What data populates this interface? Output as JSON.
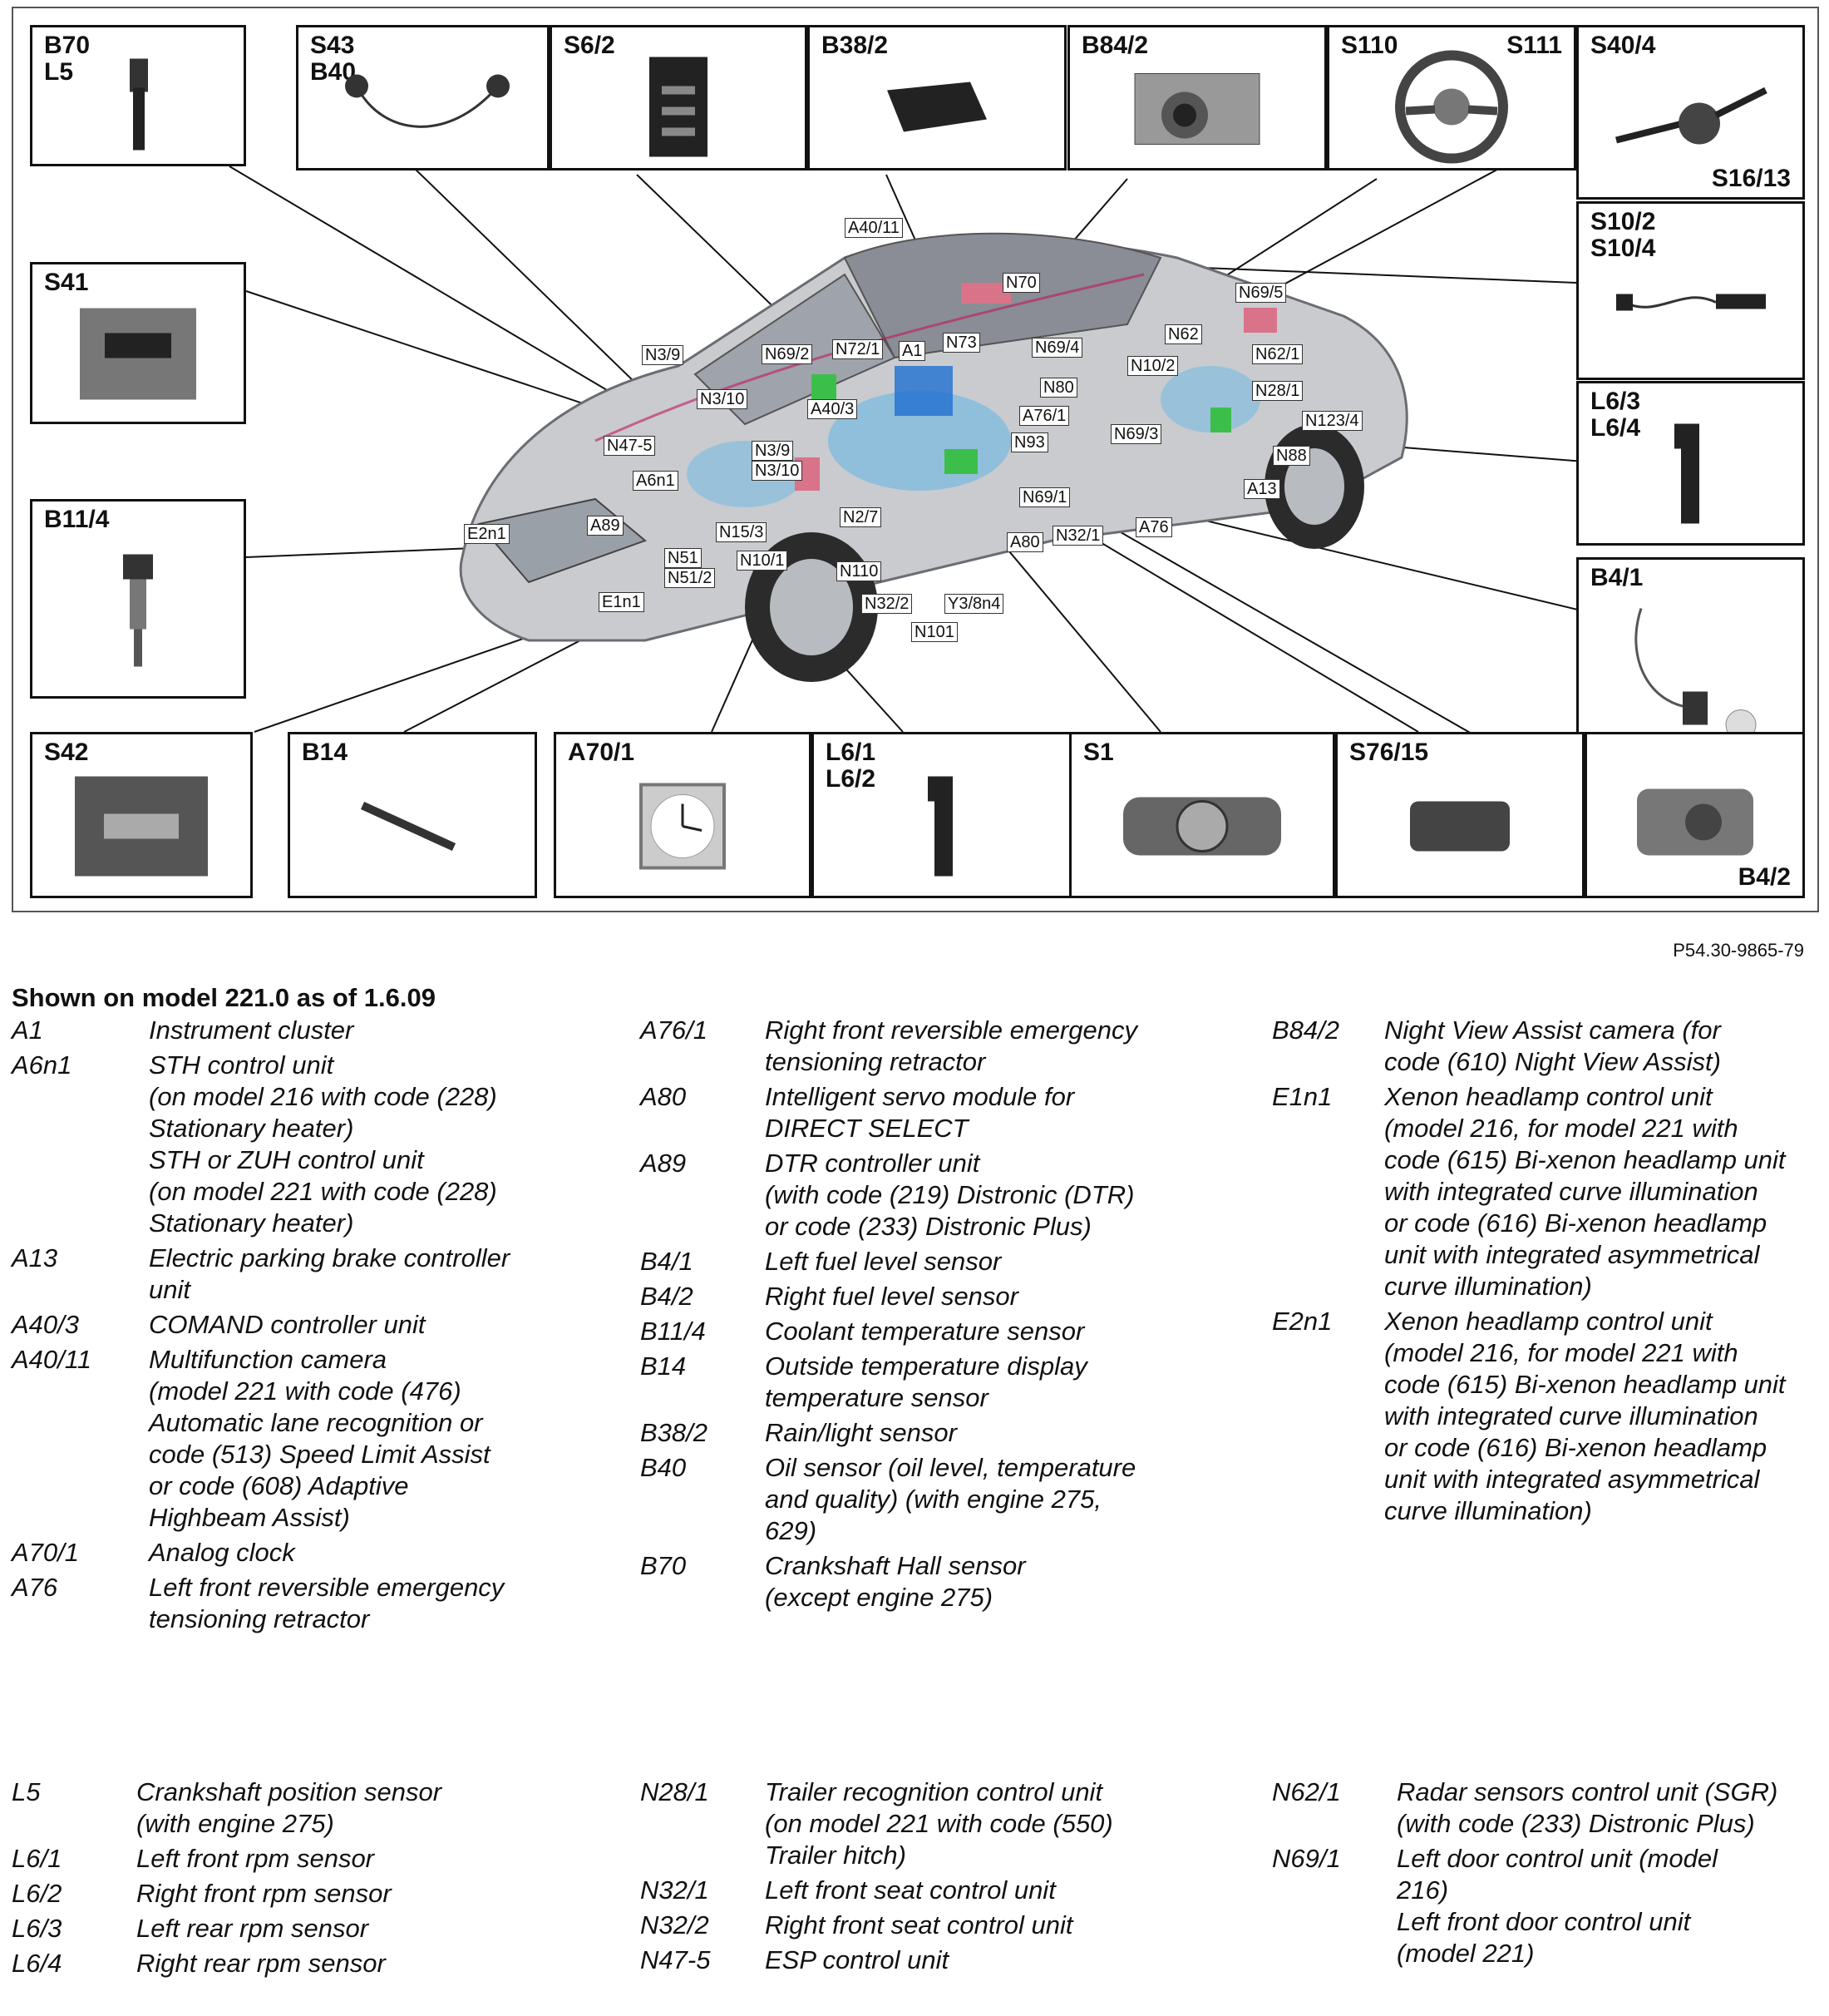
{
  "source_ref": "P54.30-9865-79",
  "legend_title": "Shown on model 221.0 as of 1.6.09",
  "callouts": [
    {
      "id": "b70",
      "label": "B70\nL5",
      "icon": "crankshaft-sensor-icon"
    },
    {
      "id": "s43",
      "label": "S43\nB40",
      "icon": "oil-sensor-icon"
    },
    {
      "id": "s6",
      "label": "S6/2",
      "icon": "switch-panel-icon"
    },
    {
      "id": "b38",
      "label": "B38/2",
      "icon": "rain-light-sensor-icon"
    },
    {
      "id": "b84",
      "label": "B84/2",
      "icon": "camera-icon"
    },
    {
      "id": "s110",
      "label": "S110",
      "label2": "S111",
      "icon": "steering-wheel-icon"
    },
    {
      "id": "s40",
      "label": "S40/4",
      "label2": "S16/13",
      "icon": "steering-column-switch-icon"
    },
    {
      "id": "s10",
      "label": "S10/2\nS10/4",
      "icon": "brake-wear-sensor-icon"
    },
    {
      "id": "s41",
      "label": "S41",
      "icon": "switch-icon"
    },
    {
      "id": "l63",
      "label": "L6/3\nL6/4",
      "icon": "rpm-sensor-icon"
    },
    {
      "id": "b114",
      "label": "B11/4",
      "icon": "temperature-sensor-icon"
    },
    {
      "id": "b41",
      "label": "B4/1",
      "icon": "fuel-level-sensor-icon"
    },
    {
      "id": "s42",
      "label": "S42",
      "icon": "switch-photo-icon"
    },
    {
      "id": "b14",
      "label": "B14",
      "icon": "outside-temp-sensor-icon"
    },
    {
      "id": "a70",
      "label": "A70/1",
      "icon": "analog-clock-icon"
    },
    {
      "id": "l61",
      "label": "L6/1\nL6/2",
      "icon": "rpm-sensor-icon"
    },
    {
      "id": "s1",
      "label": "S1",
      "icon": "light-switch-icon"
    },
    {
      "id": "s76",
      "label": "S76/15",
      "icon": "button-icon"
    },
    {
      "id": "b42",
      "label": "B4/2",
      "icon": "fuel-sender-unit-icon"
    }
  ],
  "car_tags": [
    "A40/11",
    "N70",
    "N69/5",
    "N62",
    "N62/1",
    "N28/1",
    "N123/4",
    "N88",
    "A13",
    "A76",
    "N32/1",
    "A80",
    "N69/1",
    "N93",
    "N69/3",
    "N10/2",
    "N69/4",
    "N80",
    "A76/1",
    "N73",
    "A1",
    "N72/1",
    "N69/2",
    "A40/3",
    "N3/9",
    "N3/10",
    "N47-5",
    "A6n1",
    "E2n1",
    "A89",
    "N51",
    "N51/2",
    "E1n1",
    "N15/3",
    "N10/1",
    "N2/7",
    "N110",
    "N32/2",
    "Y3/8n4",
    "N101"
  ],
  "legend": {
    "col1": [
      {
        "code": "A1",
        "desc": "Instrument cluster"
      },
      {
        "code": "A6n1",
        "desc": "STH control unit\n(on model 216 with code (228)\nStationary heater)\nSTH or ZUH control unit\n(on model 221 with code (228)\nStationary heater)"
      },
      {
        "code": "A13",
        "desc": "Electric parking brake controller\nunit"
      },
      {
        "code": "A40/3",
        "desc": "COMAND controller unit"
      },
      {
        "code": "A40/11",
        "desc": "Multifunction camera\n(model 221 with code (476)\nAutomatic lane recognition or\ncode (513) Speed Limit Assist\nor code (608) Adaptive\nHighbeam Assist)"
      },
      {
        "code": "A70/1",
        "desc": "Analog clock"
      },
      {
        "code": "A76",
        "desc": "Left front reversible emergency\ntensioning retractor"
      }
    ],
    "col2": [
      {
        "code": "A76/1",
        "desc": "Right front reversible emergency\ntensioning retractor"
      },
      {
        "code": "A80",
        "desc": "Intelligent servo module for\nDIRECT SELECT"
      },
      {
        "code": "A89",
        "desc": "DTR controller unit\n(with code (219) Distronic (DTR)\nor code (233) Distronic Plus)"
      },
      {
        "code": "B4/1",
        "desc": "Left fuel level sensor"
      },
      {
        "code": "B4/2",
        "desc": "Right fuel level sensor"
      },
      {
        "code": "B11/4",
        "desc": "Coolant temperature sensor"
      },
      {
        "code": "B14",
        "desc": "Outside temperature display\ntemperature sensor"
      },
      {
        "code": "B38/2",
        "desc": "Rain/light sensor"
      },
      {
        "code": "B40",
        "desc": "Oil sensor (oil level, temperature\nand quality) (with engine 275,\n629)"
      },
      {
        "code": "B70",
        "desc": "Crankshaft Hall sensor\n(except engine 275)"
      }
    ],
    "col3": [
      {
        "code": "B84/2",
        "desc": "Night View Assist camera (for\ncode (610) Night View Assist)"
      },
      {
        "code": "E1n1",
        "desc": "Xenon headlamp control unit\n(model 216, for model 221 with\ncode (615) Bi-xenon headlamp unit\nwith integrated curve illumination\nor code (616) Bi-xenon headlamp\nunit with integrated asymmetrical\ncurve illumination)"
      },
      {
        "code": "E2n1",
        "desc": "Xenon headlamp control unit\n(model 216, for model 221 with\ncode (615) Bi-xenon headlamp unit\nwith integrated curve illumination\nor code (616) Bi-xenon headlamp\nunit with integrated asymmetrical\ncurve illumination)"
      }
    ],
    "col4": [
      {
        "code": "L5",
        "desc": "Crankshaft position sensor\n(with engine 275)"
      },
      {
        "code": "L6/1",
        "desc": "Left front rpm sensor"
      },
      {
        "code": "L6/2",
        "desc": "Right front rpm sensor"
      },
      {
        "code": "L6/3",
        "desc": "Left rear rpm sensor"
      },
      {
        "code": "L6/4",
        "desc": "Right rear rpm sensor"
      }
    ],
    "col5": [
      {
        "code": "N28/1",
        "desc": "Trailer recognition control unit\n(on model 221 with code (550)\nTrailer hitch)"
      },
      {
        "code": "N32/1",
        "desc": "Left front seat control unit"
      },
      {
        "code": "N32/2",
        "desc": "Right front seat control unit"
      },
      {
        "code": "N47-5",
        "desc": "ESP control unit"
      }
    ],
    "col6": [
      {
        "code": "N62/1",
        "desc": "Radar sensors control unit (SGR)\n(with code (233) Distronic Plus)"
      },
      {
        "code": "N69/1",
        "desc": "Left door control unit (model\n216)\nLeft front door control unit\n(model 221)"
      }
    ]
  }
}
